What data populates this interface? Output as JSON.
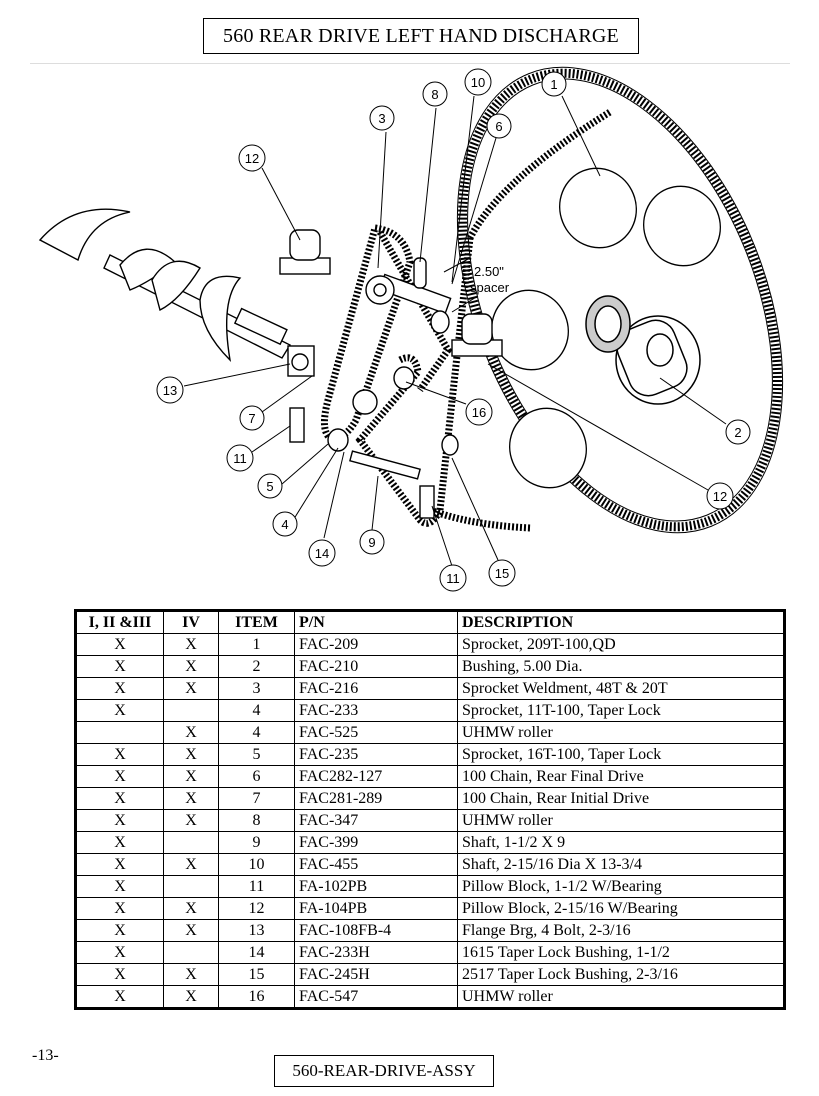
{
  "header": {
    "title": "560 REAR DRIVE LEFT HAND DISCHARGE"
  },
  "diagram": {
    "spacer_note": [
      "2.50\"",
      "spacer"
    ],
    "callouts": {
      "c1": "1",
      "c2": "2",
      "c3": "3",
      "c4": "4",
      "c5": "5",
      "c6": "6",
      "c7": "7",
      "c8": "8",
      "c9": "9",
      "c10": "10",
      "c11a": "11",
      "c11b": "11",
      "c12a": "12",
      "c12b": "12",
      "c13": "13",
      "c14": "14",
      "c15": "15",
      "c16": "16"
    }
  },
  "table": {
    "headers": [
      "I, II &III",
      "IV",
      "ITEM",
      "P/N",
      "DESCRIPTION"
    ],
    "rows": [
      [
        "X",
        "X",
        "1",
        "FAC-209",
        "Sprocket, 209T-100,QD"
      ],
      [
        "X",
        "X",
        "2",
        "FAC-210",
        "Bushing, 5.00 Dia."
      ],
      [
        "X",
        "X",
        "3",
        "FAC-216",
        "Sprocket Weldment, 48T & 20T"
      ],
      [
        "X",
        "",
        "4",
        "FAC-233",
        "Sprocket, 11T-100, Taper Lock"
      ],
      [
        "",
        "X",
        "4",
        "FAC-525",
        "UHMW roller"
      ],
      [
        "X",
        "X",
        "5",
        "FAC-235",
        "Sprocket, 16T-100, Taper Lock"
      ],
      [
        "X",
        "X",
        "6",
        "FAC282-127",
        "100 Chain, Rear Final Drive"
      ],
      [
        "X",
        "X",
        "7",
        "FAC281-289",
        "100 Chain, Rear Initial Drive"
      ],
      [
        "X",
        "X",
        "8",
        "FAC-347",
        "UHMW roller"
      ],
      [
        "X",
        "",
        "9",
        "FAC-399",
        "Shaft, 1-1/2 X 9"
      ],
      [
        "X",
        "X",
        "10",
        "FAC-455",
        "Shaft, 2-15/16 Dia X 13-3/4"
      ],
      [
        "X",
        "",
        "11",
        "FA-102PB",
        "Pillow Block, 1-1/2 W/Bearing"
      ],
      [
        "X",
        "X",
        "12",
        "FA-104PB",
        "Pillow Block, 2-15/16 W/Bearing"
      ],
      [
        "X",
        "X",
        "13",
        "FAC-108FB-4",
        "Flange Brg, 4 Bolt, 2-3/16"
      ],
      [
        "X",
        "",
        "14",
        "FAC-233H",
        "1615 Taper Lock Bushing, 1-1/2"
      ],
      [
        "X",
        "X",
        "15",
        "FAC-245H",
        "2517 Taper Lock Bushing, 2-3/16"
      ],
      [
        "X",
        "X",
        "16",
        "FAC-547",
        "UHMW roller"
      ]
    ]
  },
  "footer": {
    "page_number": "-13-",
    "drawing_id": "560-REAR-DRIVE-ASSY"
  }
}
